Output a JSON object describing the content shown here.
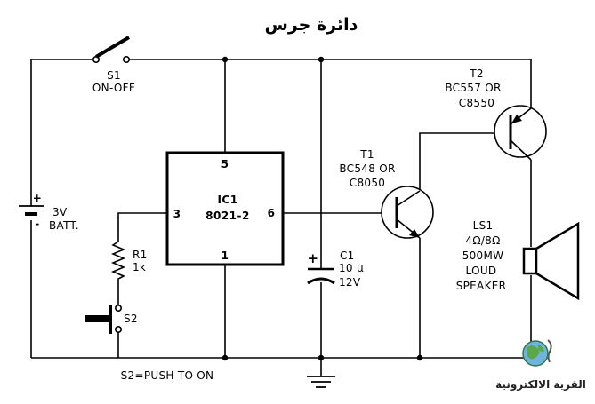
{
  "title": "دائرة جرس",
  "switch_s1": {
    "ref": "S1",
    "desc": "ON-OFF"
  },
  "battery": {
    "value": "3V",
    "desc": "BATT.",
    "plus": "+",
    "minus": "-"
  },
  "ic": {
    "ref": "IC1",
    "part": "8021-2",
    "pin5": "5",
    "pin3": "3",
    "pin6": "6",
    "pin1": "1"
  },
  "resistor": {
    "ref": "R1",
    "value": "1k"
  },
  "switch_s2": {
    "ref": "S2",
    "note": "S2=PUSH TO ON"
  },
  "capacitor": {
    "ref": "C1",
    "value": "10 µ",
    "voltage": "12V",
    "plus": "+"
  },
  "transistor_t1": {
    "ref": "T1",
    "part": "BC548 OR",
    "alt": "C8050"
  },
  "transistor_t2": {
    "ref": "T2",
    "part": "BC557 OR",
    "alt": "C8550"
  },
  "speaker": {
    "ref": "LS1",
    "impedance": "4Ω/8Ω",
    "power": "500MW",
    "desc1": "LOUD",
    "desc2": "SPEAKER"
  },
  "logo": {
    "text": "القرية الالكترونية"
  }
}
